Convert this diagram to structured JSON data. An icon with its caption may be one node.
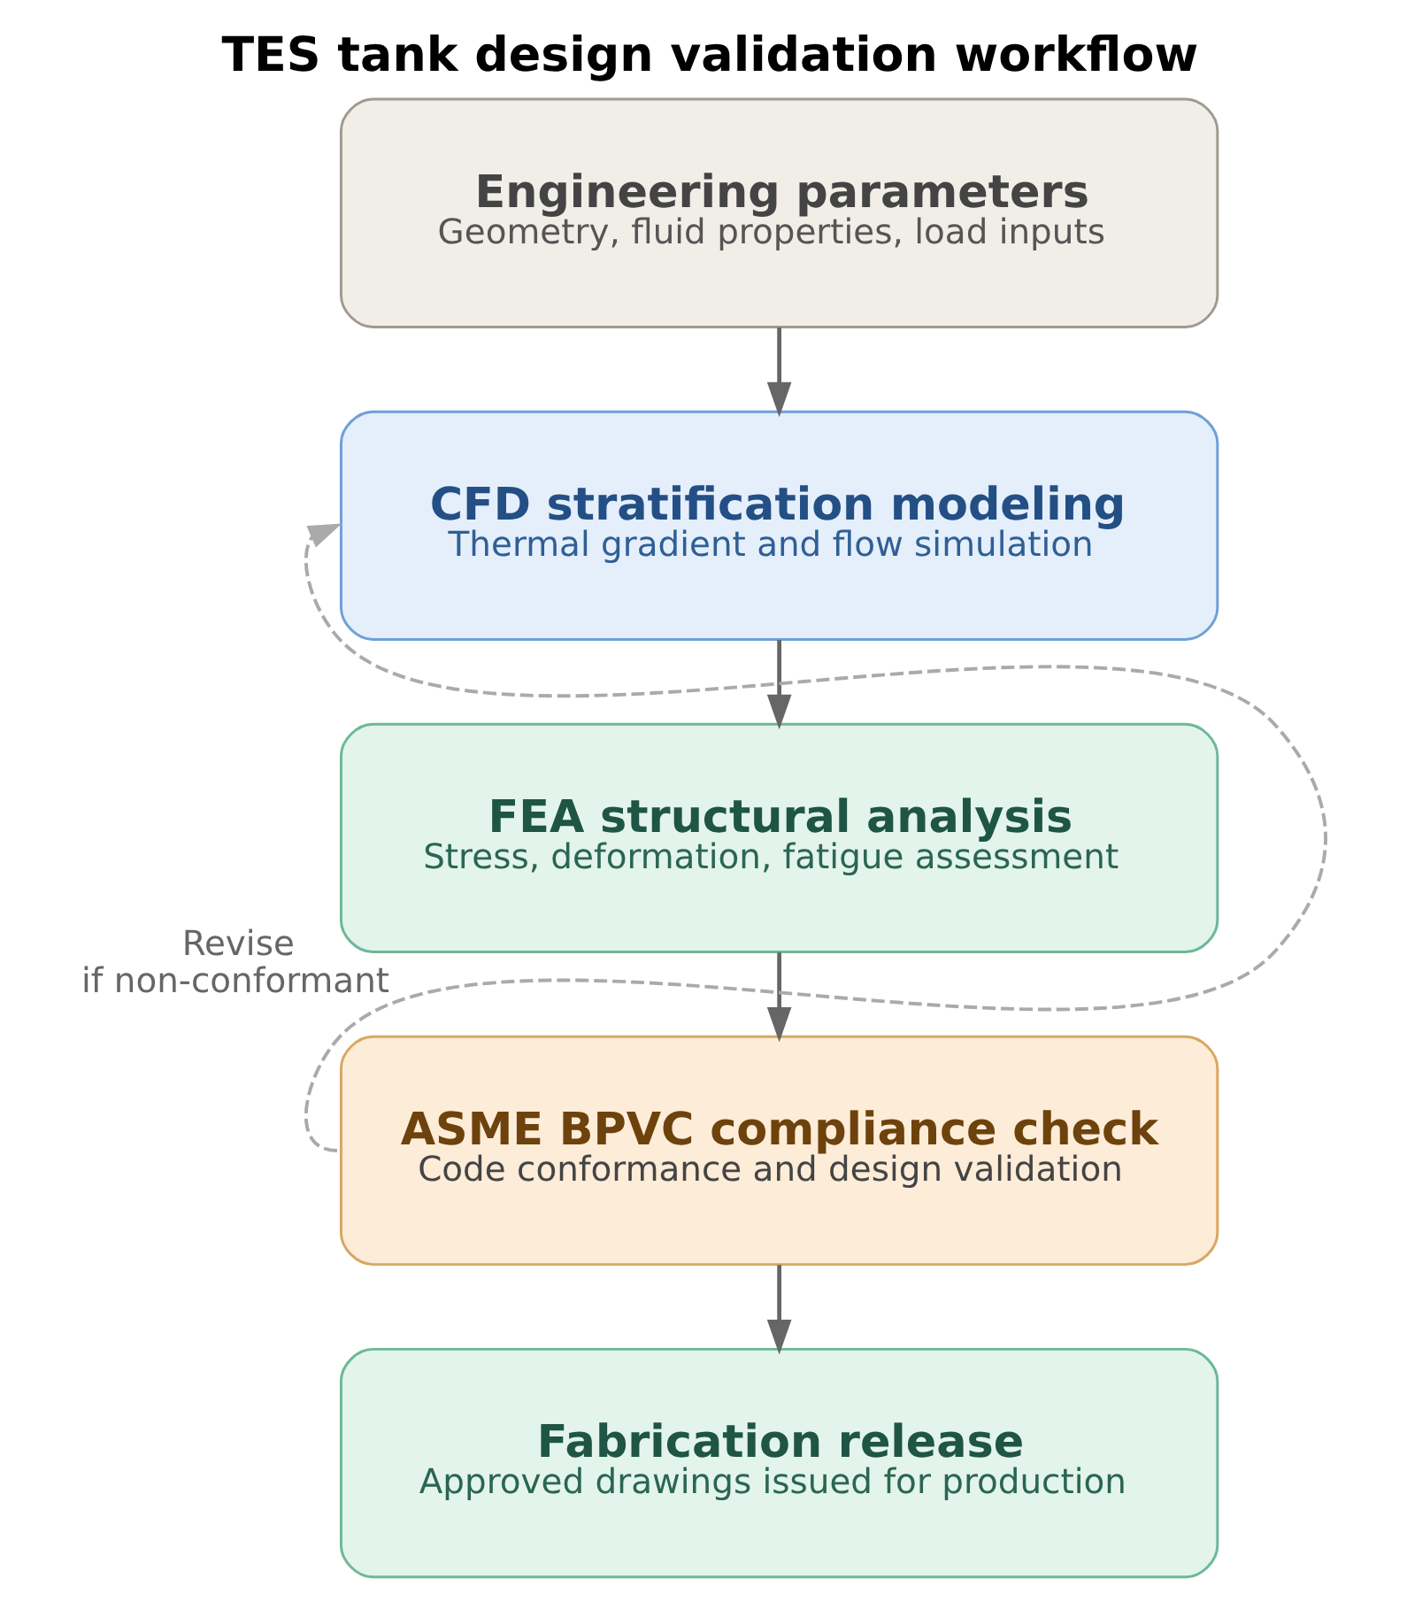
{
  "diagram": {
    "title": "TES tank design validation workflow",
    "nodes": [
      {
        "text": [
          "Engineering parameters",
          "Geometry, fluid properties, load inputs"
        ]
      },
      {
        "text": [
          "CFD stratification modeling",
          "Thermal gradient and flow simulation"
        ]
      },
      {
        "text": [
          "FEA structural analysis",
          "Stress, deformation, fatigue assessment"
        ]
      },
      {
        "text": [
          "ASME BPVC compliance check",
          "Code conformance and design validation"
        ]
      },
      {
        "text": [
          "Fabrication release",
          "Approved drawings issued for production"
        ]
      }
    ],
    "edges": [
      {
        "from": 0,
        "to": 1,
        "arrow": "to"
      },
      {
        "from": 1,
        "to": 2,
        "arrow": "to"
      },
      {
        "from": 2,
        "to": 3,
        "arrow": "to"
      },
      {
        "from": 3,
        "to": 4,
        "arrow": "to"
      },
      {
        "from": 3,
        "to": 1,
        "arrow": "to",
        "label": "Revise if non-conformant",
        "style": "dashed",
        "color": "#aaaaaa"
      }
    ]
  }
}
